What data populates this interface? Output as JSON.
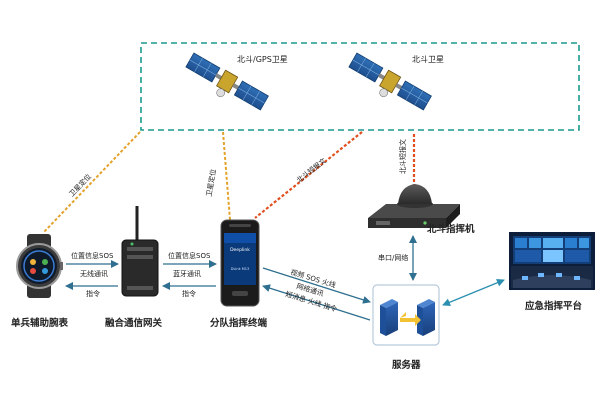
{
  "satellites": {
    "left_label": "北斗/GPS卫星",
    "right_label": "北斗卫星"
  },
  "devices": {
    "watch": "单兵辅助腕表",
    "gateway": "融合通信网关",
    "terminal": "分队指挥终端",
    "beidou_machine": "北斗指挥机",
    "server": "服务器",
    "platform": "应急指挥平台"
  },
  "links": {
    "sat_pos_1": "卫星定位",
    "sat_pos_2": "卫星定位",
    "bd_short_msg_1": "北斗短报文",
    "bd_short_msg_2": "北斗短报文",
    "watch_gw_top": "位置信息SOS",
    "watch_gw_mid": "无线通讯",
    "watch_gw_bottom": "指令",
    "gw_term_top": "位置信息SOS",
    "gw_term_mid": "蓝牙通讯",
    "gw_term_bottom": "指令",
    "term_srv_1": "视频 SOS 火线",
    "term_srv_2": "网络通讯",
    "term_srv_3": "短消息 火线 指令",
    "bd_srv": "串口/网络"
  },
  "colors": {
    "dashed_box": "#1a9a8f",
    "gold_link": "#e3a22c",
    "red_link": "#e14f1e",
    "arrow": "#2f6f8f",
    "platform_arrow": "#2b8fb0"
  },
  "phone_screen": {
    "brand": "Deeplink",
    "model": "DLink M13"
  }
}
